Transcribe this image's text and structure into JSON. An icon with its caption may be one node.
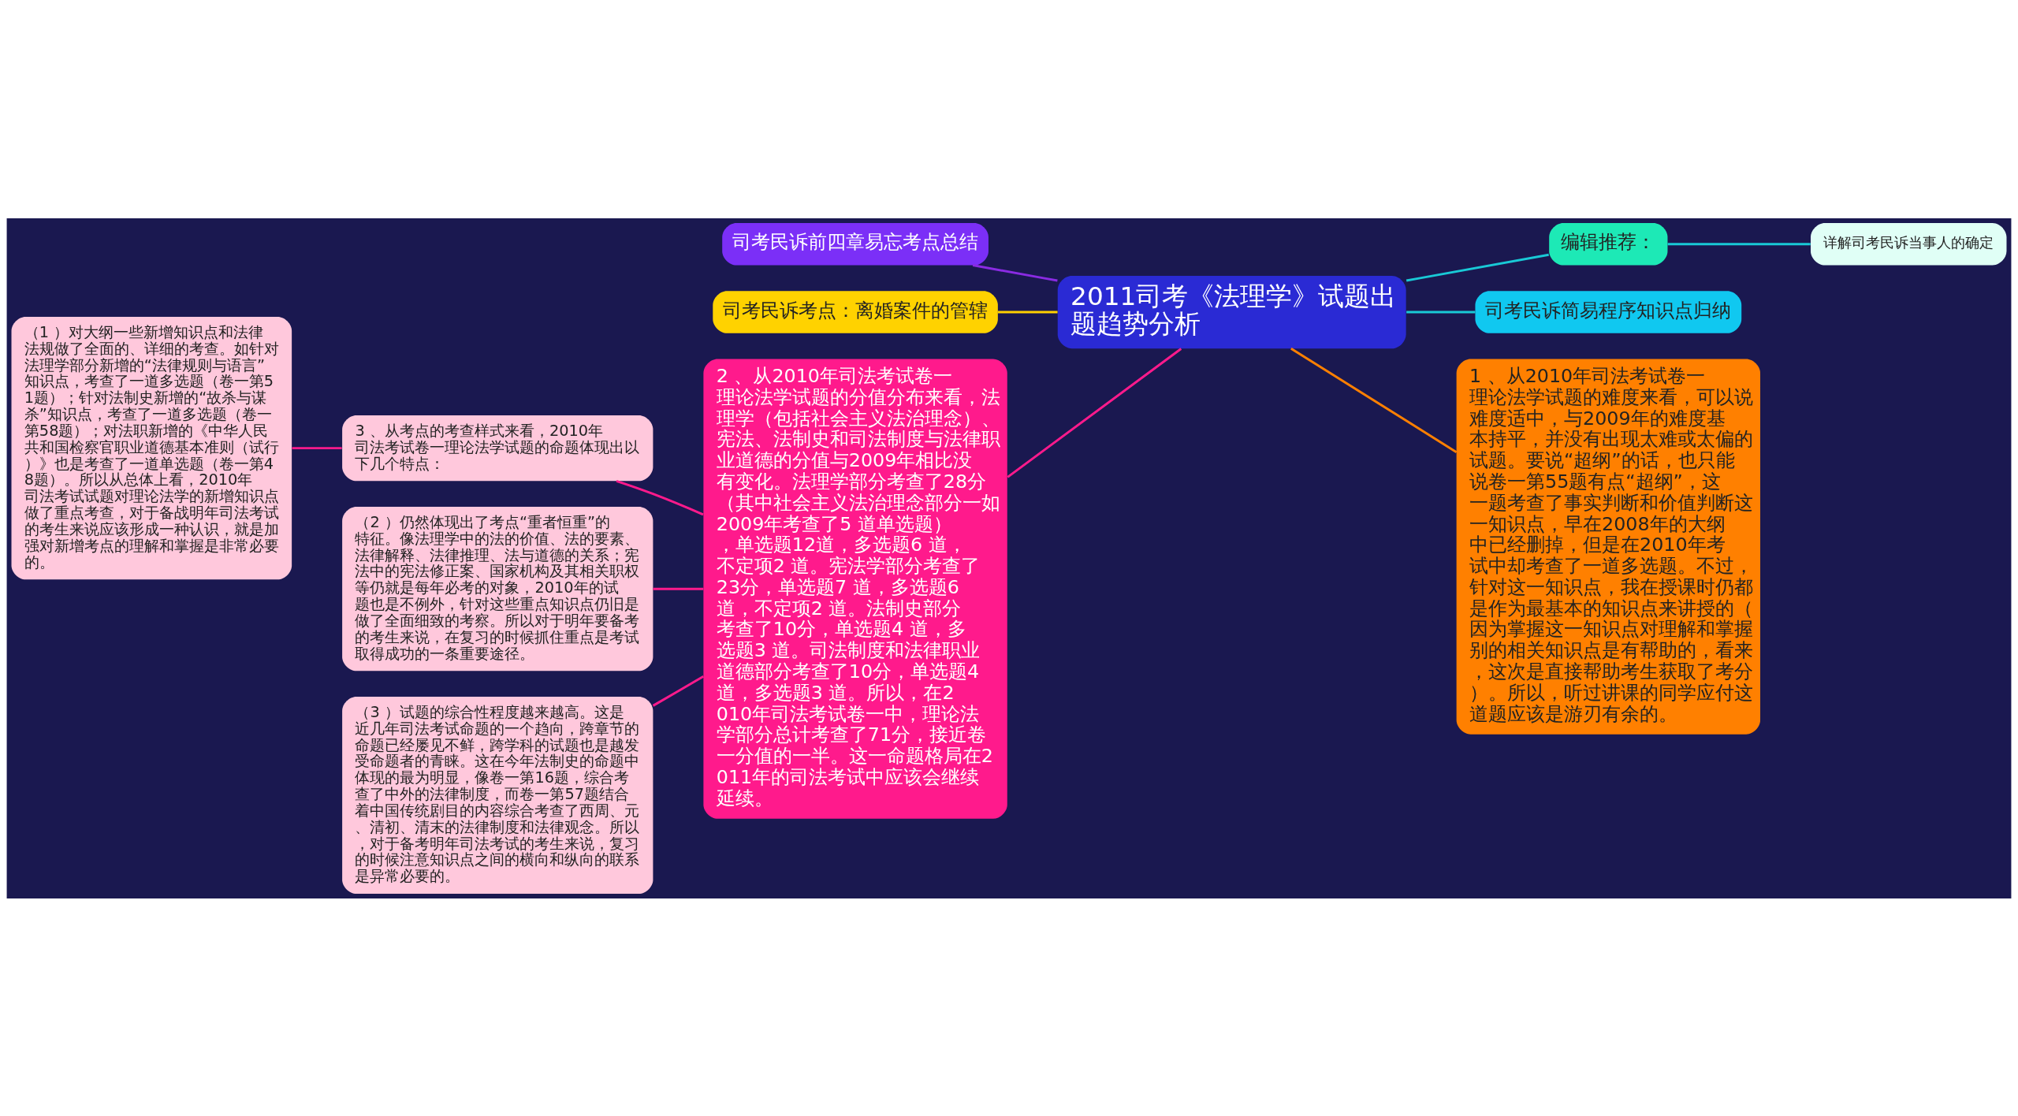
{
  "diagram": {
    "nodes": [
      {
        "text": [
          "2011司考《法理学》试题出题趋势分析"
        ]
      },
      {
        "text": [
          "司考民诉前四章易忘考点总结"
        ]
      },
      {
        "text": [
          "司考民诉考点：离婚案件的管辖"
        ]
      },
      {
        "text": [
          "2 、从2010年司法考试卷一理论法学试题的分值分布来看，法理学（包括社会主义法治理念）、宪法、法制史和司法制度与法律职业道德的分值与2009年相比没有变化。法理学部分考查了28分（其中社会主义法治理念部分一如2009年考查了5 道单选题），单选题12道，多选题6 道，不定项2 道。宪法学部分考查了23分，单选题7 道，多选题6 道，不定项2 道。法制史部分考查了10分，单选题4 道，多选题3 道。司法制度和法律职业道德部分考查了10分，单选题4 道，多选题3 道。所以，在2010年司法考试卷一中，理论法学部分总计考查了71分，接近卷一分值的一半。这一命题格局在2011年的司法考试中应该会继续延续。"
        ]
      },
      {
        "text": [
          "3 、从考点的考查样式来看，2010年司法考试卷一理论法学试题的命题体现出以下几个特点："
        ]
      },
      {
        "text": [
          "（1 ）对大纲一些新增知识点和法律法规做了全面的、详细的考查。如针对法理学部分新增的“法律规则与语言”知识点，考查了一道多选题（卷一第51题）；针对法制史新增的“故杀与谋杀”知识点，考查了一道多选题（卷一第58题）；对法职新增的《中华人民共和国检察官职业道德基本准则（试行）》也是考查了一道单选题（卷一第48题）。所以从总体上看，2010年司法考试试题对理论法学的新增知识点做了重点考查，对于备战明年司法考试的考生来说应该形成一种认识，就是加强对新增考点的理解和掌握是非常必要的。"
        ]
      },
      {
        "text": [
          "（2 ）仍然体现出了考点“重者恒重”的特征。像法理学中的法的价值、法的要素、法律解释、法律推理、法与道德的关系；宪法中的宪法修正案、国家机构及其相关职权等仍就是每年必考的对象，2010年的试题也是不例外，针对这些重点知识点仍旧是做了全面细致的考察。所以对于明年要备考的考生来说，在复习的时候抓住重点是考试取得成功的一条重要途径。"
        ]
      },
      {
        "text": [
          "（3 ）试题的综合性程度越来越高。这是近几年司法考试命题的一个趋向，跨章节的命题已经屡见不鲜，跨学科的试题也是越发受命题者的青睐。这在今年法制史的命题中体现的最为明显，像卷一第16题，综合考查了中外的法律制度，而卷一第57题结合着中国传统剧目的内容综合考查了西周、元、清初、清末的法律制度和法律观念。所以，对于备考明年司法考试的考生来说，复习的时候注意知识点之间的横向和纵向的联系是异常必要的。"
        ]
      },
      {
        "text": [
          "编辑推荐："
        ]
      },
      {
        "text": [
          "详解司考民诉当事人的确定"
        ]
      },
      {
        "text": [
          "司考民诉简易程序知识点归纳"
        ]
      },
      {
        "text": [
          "1 、从2010年司法考试卷一理论法学试题的难度来看，可以说难度适中，与2009年的难度基本持平，并没有出现太难或太偏的试题。要说“超纲”的话，也只能说卷一第55题有点“超纲”，这一题考查了事实判断和价值判断这一知识点，早在2008年的大纲中已经删掉，但是在2010年考试中却考查了一道多选题。不过，针对这一知识点，我在授课时仍都是作为最基本的知识点来讲授的（因为掌握这一知识点对理解和掌握别的相关知识点是有帮助的，看来，这次是直接帮助考生获取了考分）。所以，听过讲课的同学应付这道题应该是游刃有余的。"
        ]
      }
    ],
    "edges": [
      {
        "from": 0,
        "to": 1,
        "arrow": "none",
        "color": "#8a2be2"
      },
      {
        "from": 0,
        "to": 2,
        "arrow": "none",
        "color": "#ffd000"
      },
      {
        "from": 0,
        "to": 3,
        "arrow": "none"
      },
      {
        "from": 3,
        "to": 4,
        "arrow": "none"
      },
      {
        "from": 4,
        "to": 5,
        "arrow": "none"
      },
      {
        "from": 3,
        "to": 6,
        "arrow": "none"
      },
      {
        "from": 3,
        "to": 7,
        "arrow": "none"
      },
      {
        "from": 0,
        "to": 8,
        "arrow": "none",
        "color": "#19c9d6"
      },
      {
        "from": 8,
        "to": 9,
        "arrow": "none",
        "color": "#19c9d6"
      },
      {
        "from": 0,
        "to": 10,
        "arrow": "none",
        "color": "#19c9d6"
      },
      {
        "from": 0,
        "to": 11,
        "arrow": "none",
        "color": "#ff8000"
      }
    ]
  }
}
